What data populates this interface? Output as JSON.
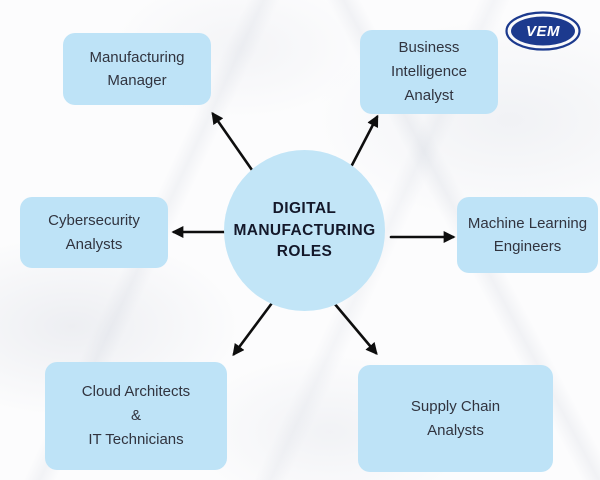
{
  "title": "Digital Manufacturing Roles diagram",
  "logo": {
    "text": "VEM",
    "color": "#1c3a8e"
  },
  "center": {
    "label": "DIGITAL\nMANUFACTURING\nROLES"
  },
  "nodes": [
    {
      "id": "manufacturing-manager",
      "label": "Manufacturing\nManager"
    },
    {
      "id": "business-intelligence-analyst",
      "label": "Business\nIntelligence\nAnalyst"
    },
    {
      "id": "cybersecurity-analysts",
      "label": "Cybersecurity\nAnalysts"
    },
    {
      "id": "machine-learning-engineers",
      "label": "Machine Learning\nEngineers"
    },
    {
      "id": "cloud-architects-it-technicians",
      "label": "Cloud Architects\n&\nIT Technicians"
    },
    {
      "id": "supply-chain-analysts",
      "label": "Supply Chain\nAnalysts"
    }
  ],
  "colors": {
    "node_fill": "#BEE3F7",
    "circle_fill": "#C2E5F7",
    "node_text": "#31343f",
    "center_text": "#14182a",
    "arrow": "#0e0e0e",
    "logo_navy": "#1c3a8e"
  }
}
